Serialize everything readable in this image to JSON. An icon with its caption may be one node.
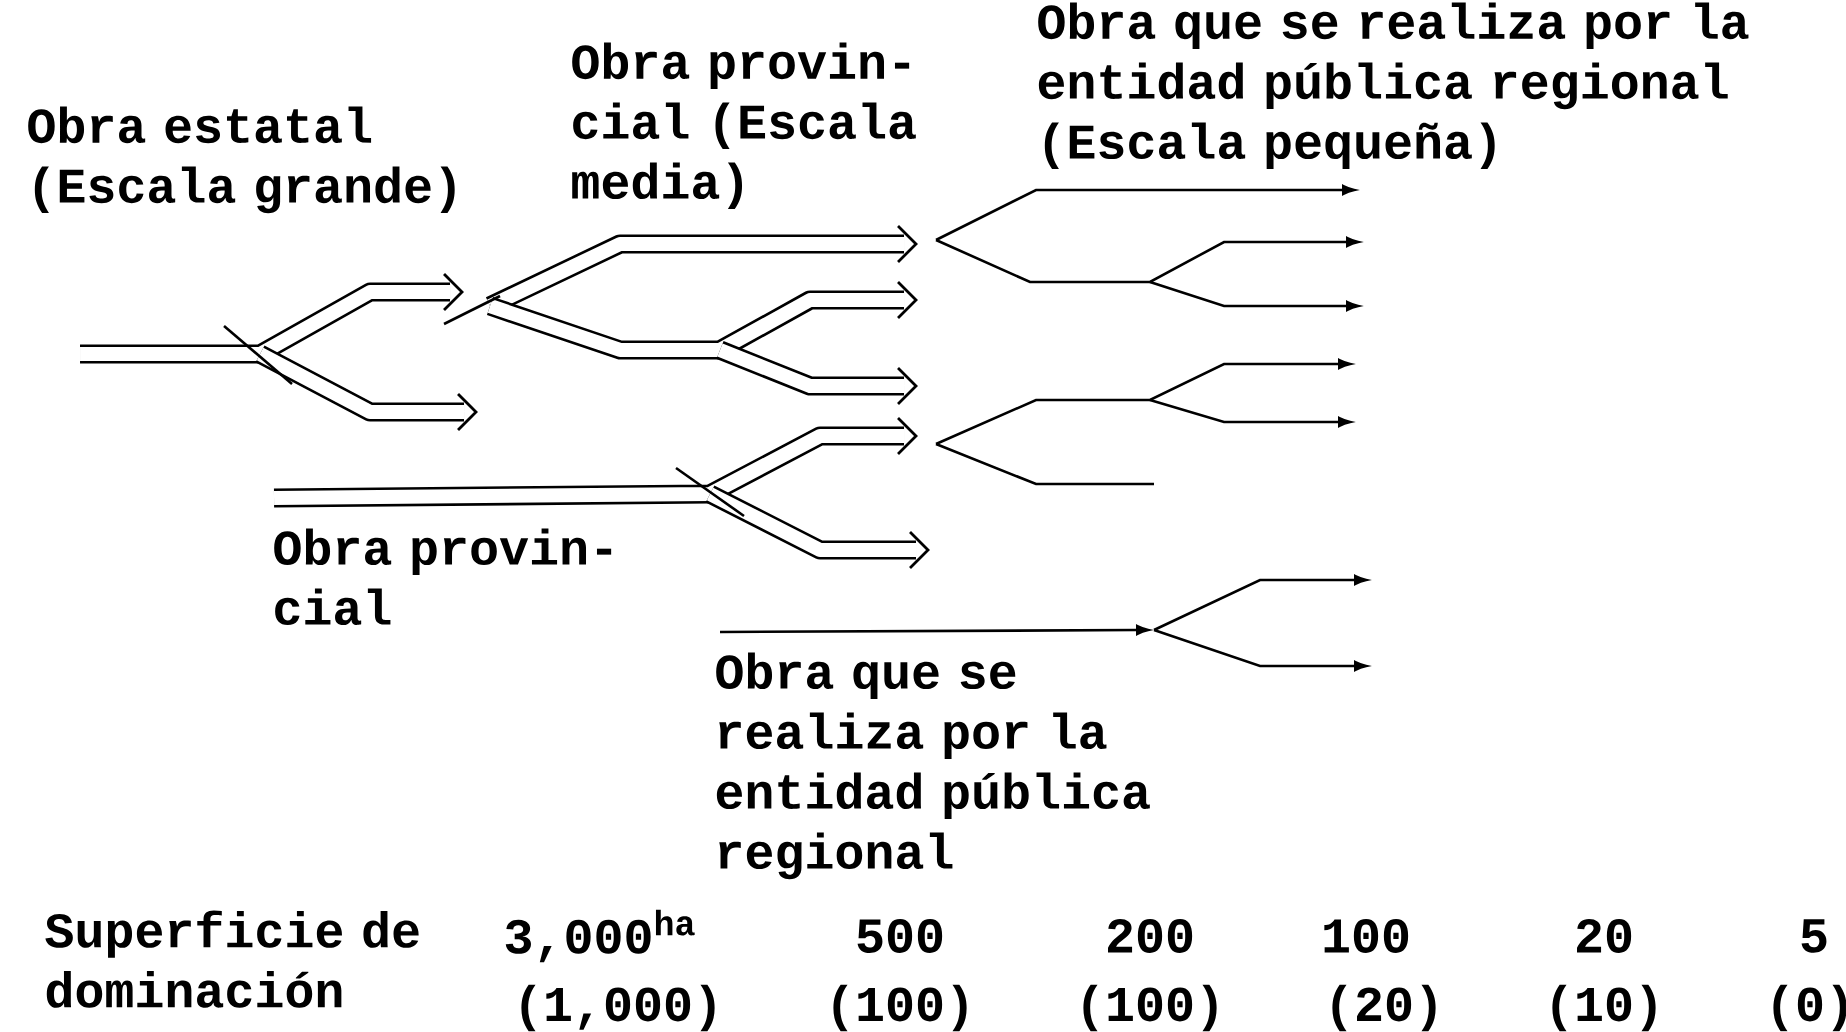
{
  "diagram": {
    "labels": [
      "Obra estatal (Escala grande)",
      "Obra provin- cial (Escala media)",
      "Obra que se realiza por la entidad pública regional (Escala pequeña)",
      "Obra provin- cial",
      "Obra que se realiza por la entidad pública regional",
      "Superficie de dominación",
      "3,000$^{ha}$",
      "500",
      "200",
      "100",
      "20",
      "5",
      "(1,000)",
      "(100)",
      "(100)",
      "(20)",
      "(10)",
      "(0)"
    ]
  }
}
